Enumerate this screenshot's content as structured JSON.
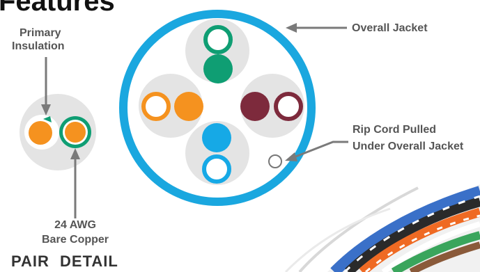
{
  "title": "Features",
  "labels": {
    "primary_insulation_line1": "Primary",
    "primary_insulation_line2": "Insulation",
    "overall_jacket": "Overall Jacket",
    "rip_cord_line1": "Rip Cord Pulled",
    "rip_cord_line2": "Under Overall Jacket",
    "awg_line1": "24 AWG",
    "awg_line2": "Bare Copper",
    "pair_detail": "PAIR DETAIL"
  },
  "colors": {
    "jacket": "#1aa7df",
    "green": "#0f9e73",
    "orange": "#f5921f",
    "brown": "#7d2a3c",
    "blue": "#16a9e6",
    "pair_bg": "#e4e4e4",
    "label": "#555555",
    "arrow": "#7a7a7a"
  }
}
